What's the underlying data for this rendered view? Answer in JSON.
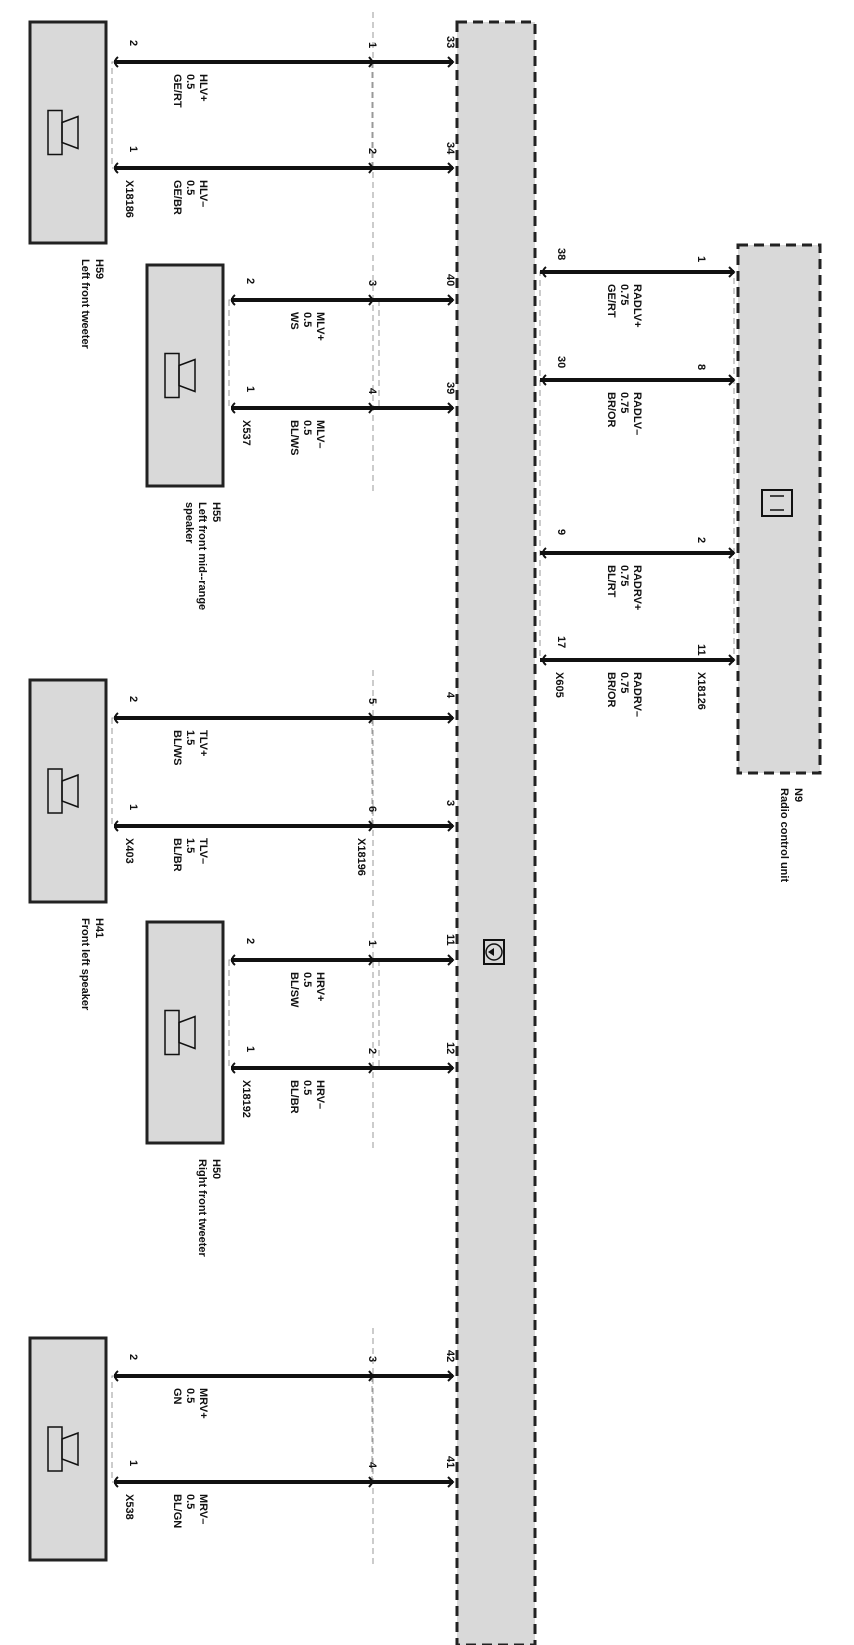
{
  "colors": {
    "box_fill": "#d9d9d9",
    "wire": "#111111",
    "dashed": "#222222"
  },
  "module": {
    "id": "N9",
    "name": "Radio control unit"
  },
  "amplifier": {
    "icon": "amplifier-icon"
  },
  "radio_wires": [
    {
      "name": "RADLV+",
      "size": "0.75",
      "color": "GE/RT",
      "radio_pin": "1",
      "amp_pin": "38"
    },
    {
      "name": "RADLV–",
      "size": "0.75",
      "color": "BR/OR",
      "radio_pin": "8",
      "amp_pin": "30"
    },
    {
      "name": "RADRV+",
      "size": "0.75",
      "color": "BL/RT",
      "radio_pin": "2",
      "amp_pin": "9"
    },
    {
      "name": "RADRV–",
      "size": "0.75",
      "color": "BR/OR",
      "radio_pin": "11",
      "amp_pin": "17"
    }
  ],
  "radio_connectors": {
    "radio_side": "X18126",
    "amp_side": "X605"
  },
  "speakers": [
    {
      "id": "H59",
      "name": "Left front tweeter",
      "connector": "X18186",
      "wires": [
        {
          "name": "HLV+",
          "size": "0.5",
          "color": "GE/RT",
          "speaker_pin": "2",
          "inline_pin": "1",
          "amp_pin": "33"
        },
        {
          "name": "HLV–",
          "size": "0.5",
          "color": "GE/BR",
          "speaker_pin": "1",
          "inline_pin": "2",
          "amp_pin": "34"
        }
      ]
    },
    {
      "id": "H55",
      "name": "Left front mid--range speaker",
      "name_lines": [
        "Left front mid--range",
        "speaker"
      ],
      "connector": "X537",
      "wires": [
        {
          "name": "MLV+",
          "size": "0.5",
          "color": "WS",
          "speaker_pin": "2",
          "inline_pin": "3",
          "amp_pin": "40"
        },
        {
          "name": "MLV–",
          "size": "0.5",
          "color": "BL/WS",
          "speaker_pin": "1",
          "inline_pin": "4",
          "amp_pin": "39"
        }
      ]
    },
    {
      "id": "H41",
      "name": "Front left speaker",
      "connector": "X403",
      "inline_connector": "X18196",
      "wires": [
        {
          "name": "TLV+",
          "size": "1.5",
          "color": "BL/WS",
          "speaker_pin": "2",
          "inline_pin": "5",
          "amp_pin": "4"
        },
        {
          "name": "TLV–",
          "size": "1.5",
          "color": "BL/BR",
          "speaker_pin": "1",
          "inline_pin": "6",
          "amp_pin": "3"
        }
      ]
    },
    {
      "id": "H50",
      "name": "Right front tweeter",
      "connector": "X18192",
      "wires": [
        {
          "name": "HRV+",
          "size": "0.5",
          "color": "BL/SW",
          "speaker_pin": "2",
          "inline_pin": "1",
          "amp_pin": "11"
        },
        {
          "name": "HRV–",
          "size": "0.5",
          "color": "BL/BR",
          "speaker_pin": "1",
          "inline_pin": "2",
          "amp_pin": "12"
        }
      ]
    },
    {
      "id": "",
      "name": "",
      "connector": "X538",
      "wires": [
        {
          "name": "MRV+",
          "size": "0.5",
          "color": "GN",
          "speaker_pin": "2",
          "inline_pin": "3",
          "amp_pin": "42"
        },
        {
          "name": "MRV–",
          "size": "0.5",
          "color": "BL/GN",
          "speaker_pin": "1",
          "inline_pin": "4",
          "amp_pin": "41"
        }
      ]
    }
  ]
}
